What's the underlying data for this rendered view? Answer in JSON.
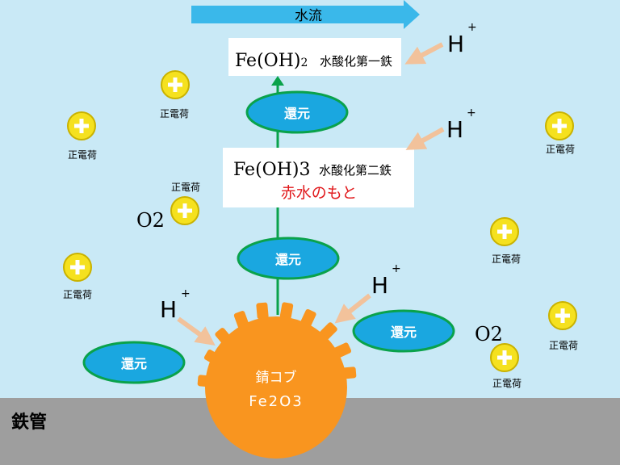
{
  "colors": {
    "water": "#c9e9f6",
    "pipe": "#9e9e9e",
    "rust": "#f9951f",
    "ellipse_fill": "#1aa7e0",
    "ellipse_stroke": "#0aa24b",
    "charge_fill": "#f5e11f",
    "charge_stroke": "#c9b200",
    "arrow": "#f2c29b",
    "flow": "#3ab8ea",
    "line": "#0aa24b",
    "red_text": "#e1191c"
  },
  "flow_label": "水流",
  "pipe_label": "鉄管",
  "rust": {
    "line1": "錆コブ",
    "line2": "Fe2O3"
  },
  "box1": {
    "formula": "Fe(OH)",
    "sub": "2",
    "name": "水酸化第一鉄"
  },
  "box2": {
    "formula": "Fe(OH)3",
    "name": "水酸化第二鉄",
    "note": "赤水のもと"
  },
  "reduction_label": "還元",
  "positive_label": "正電荷",
  "h": {
    "symbol": "H",
    "sup": "+"
  },
  "o2": "O2"
}
